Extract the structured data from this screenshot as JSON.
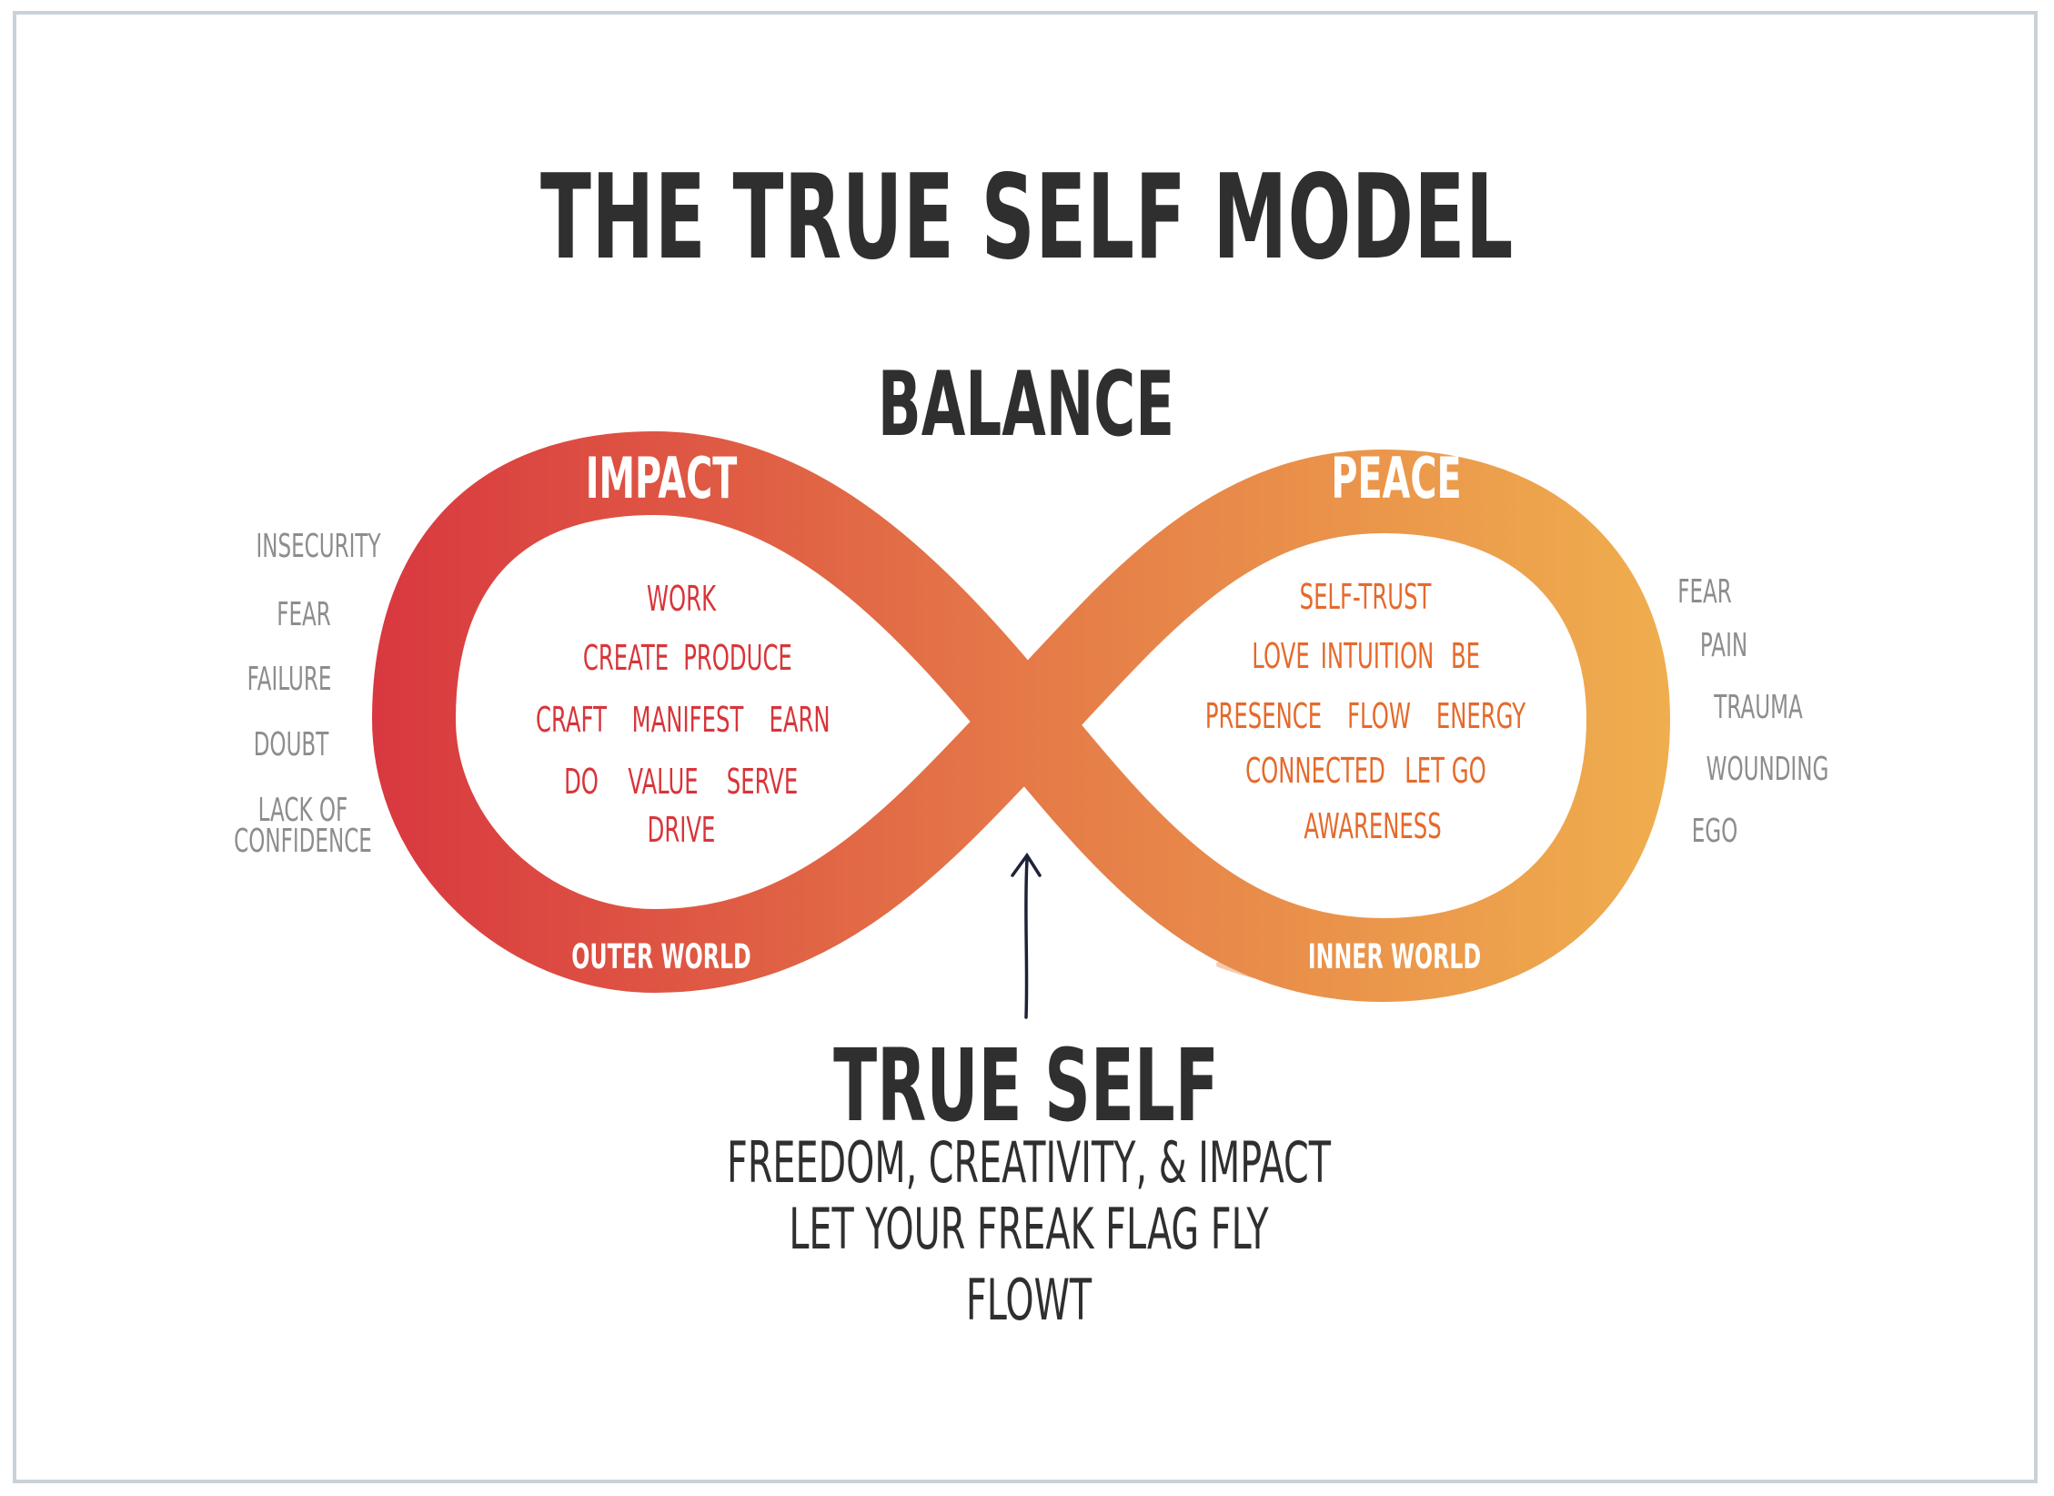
{
  "title": "THE TRUE SELF MODEL",
  "top_label": "BALANCE",
  "left_lobe": {
    "title": "IMPACT",
    "world": "OUTER WORLD",
    "words": [
      "WORK",
      "CREATE",
      "PRODUCE",
      "CRAFT",
      "MANIFEST",
      "EARN",
      "DO",
      "VALUE",
      "SERVE",
      "DRIVE"
    ]
  },
  "right_lobe": {
    "title": "PEACE",
    "world": "INNER WORLD",
    "words": [
      "SELF-TRUST",
      "LOVE",
      "INTUITION",
      "BE",
      "PRESENCE",
      "FLOW",
      "ENERGY",
      "CONNECTED",
      "LET GO",
      "AWARENESS"
    ]
  },
  "left_blockers": [
    "INSECURITY",
    "FEAR",
    "FAILURE",
    "DOUBT",
    "LACK OF",
    "CONFIDENCE"
  ],
  "right_blockers": [
    "FEAR",
    "PAIN",
    "TRAUMA",
    "WOUNDING",
    "EGO"
  ],
  "center_label": "TRUE SELF",
  "taglines": [
    "FREEDOM, CREATIVITY, & IMPACT",
    "LET YOUR FREAK FLAG FLY",
    "FLOWT"
  ],
  "colors": {
    "gradient_left": "#d8353f",
    "gradient_mid": "#e57a48",
    "gradient_right": "#f0b14e",
    "left_words": "#d8353a",
    "right_words": "#e56a2c",
    "text_dark": "#2f2f2f",
    "side_gray": "#8d8d8d",
    "arrow": "#1e2238"
  }
}
